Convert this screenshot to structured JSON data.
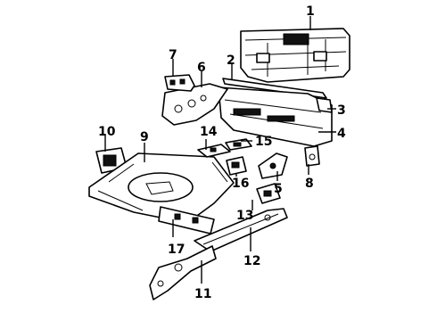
{
  "diagram": {
    "callouts": [
      "1",
      "2",
      "3",
      "4",
      "5",
      "6",
      "7",
      "8",
      "9",
      "10",
      "11",
      "12",
      "13",
      "14",
      "15",
      "16",
      "17"
    ]
  },
  "colors": {
    "ink": "#000000",
    "paper": "#ffffff"
  }
}
